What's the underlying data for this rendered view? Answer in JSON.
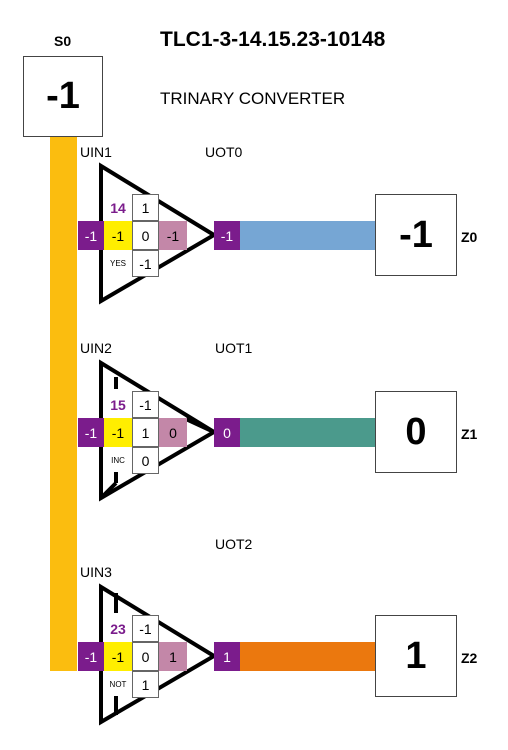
{
  "header": {
    "title": "TLC1-3-14.15.23-10148",
    "subtitle": "TRINARY CONVERTER"
  },
  "source": {
    "label": "S0",
    "value": "-1",
    "bus_color": "#fbbd0f"
  },
  "gates": [
    {
      "in_label": "UIN1",
      "out_label": "UOT0",
      "code": "14",
      "top_val": "1",
      "input": "-1",
      "left_val": "-1",
      "mid_val": "0",
      "pink_val": "-1",
      "out_val": "-1",
      "type_tag": "YES",
      "bottom_val": "-1",
      "out_box": "-1",
      "z_label": "Z0",
      "wire_color": "#76a6d4"
    },
    {
      "in_label": "UIN2",
      "out_label": "UOT1",
      "code": "15",
      "top_val": "-1",
      "input": "-1",
      "left_val": "-1",
      "mid_val": "1",
      "pink_val": "0",
      "out_val": "0",
      "type_tag": "INC",
      "bottom_val": "0",
      "out_box": "0",
      "z_label": "Z1",
      "wire_color": "#4b9a8c"
    },
    {
      "in_label": "UIN3",
      "out_label": "UOT2",
      "code": "23",
      "top_val": "-1",
      "input": "-1",
      "left_val": "-1",
      "mid_val": "0",
      "pink_val": "1",
      "out_val": "1",
      "type_tag": "NOT",
      "bottom_val": "1",
      "out_box": "1",
      "z_label": "Z2",
      "wire_color": "#eb780e"
    }
  ]
}
